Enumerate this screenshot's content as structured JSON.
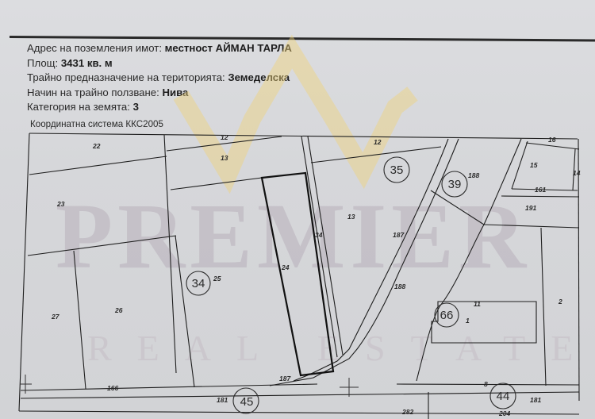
{
  "header": {
    "rows": [
      {
        "label": "Адрес на поземления имот: ",
        "value": "местност АЙМАН ТАРЛА"
      },
      {
        "label": "Площ: ",
        "value": "3431 кв. м"
      },
      {
        "label": "Трайно предназначение на територията: ",
        "value": "Земеделска"
      },
      {
        "label": "Начин на трайно ползване: ",
        "value": "Нива"
      },
      {
        "label": "Категория на земята: ",
        "value": "3"
      }
    ],
    "coordinate_system": "Координатна система ККС2005"
  },
  "watermark": {
    "brand": "PREMIER",
    "tagline": "REAL ESTATE",
    "crown_color": "#f0d27a"
  },
  "map": {
    "line_color": "#1e1e1e",
    "parcel_labels": {
      "p22": "22",
      "p12a": "12",
      "p13a": "13",
      "p23": "23",
      "p12b": "12",
      "p13b": "13",
      "p34road": "34",
      "p24": "24",
      "p25": "25",
      "p26": "26",
      "p27": "27",
      "p187": "187",
      "p188a": "188",
      "p188b": "188",
      "p16": "16",
      "p15": "15",
      "p14": "14",
      "p161": "161",
      "p191": "191",
      "p11": "11",
      "p1": "1",
      "p2": "2",
      "p166": "166",
      "p181a": "181",
      "p181b": "181",
      "p187b": "187",
      "p8": "8",
      "p282": "282",
      "p204": "204"
    },
    "circled_labels": {
      "c35": "35",
      "c39": "39",
      "c34": "34",
      "c66": "66",
      "c45": "45",
      "c44": "44"
    }
  }
}
